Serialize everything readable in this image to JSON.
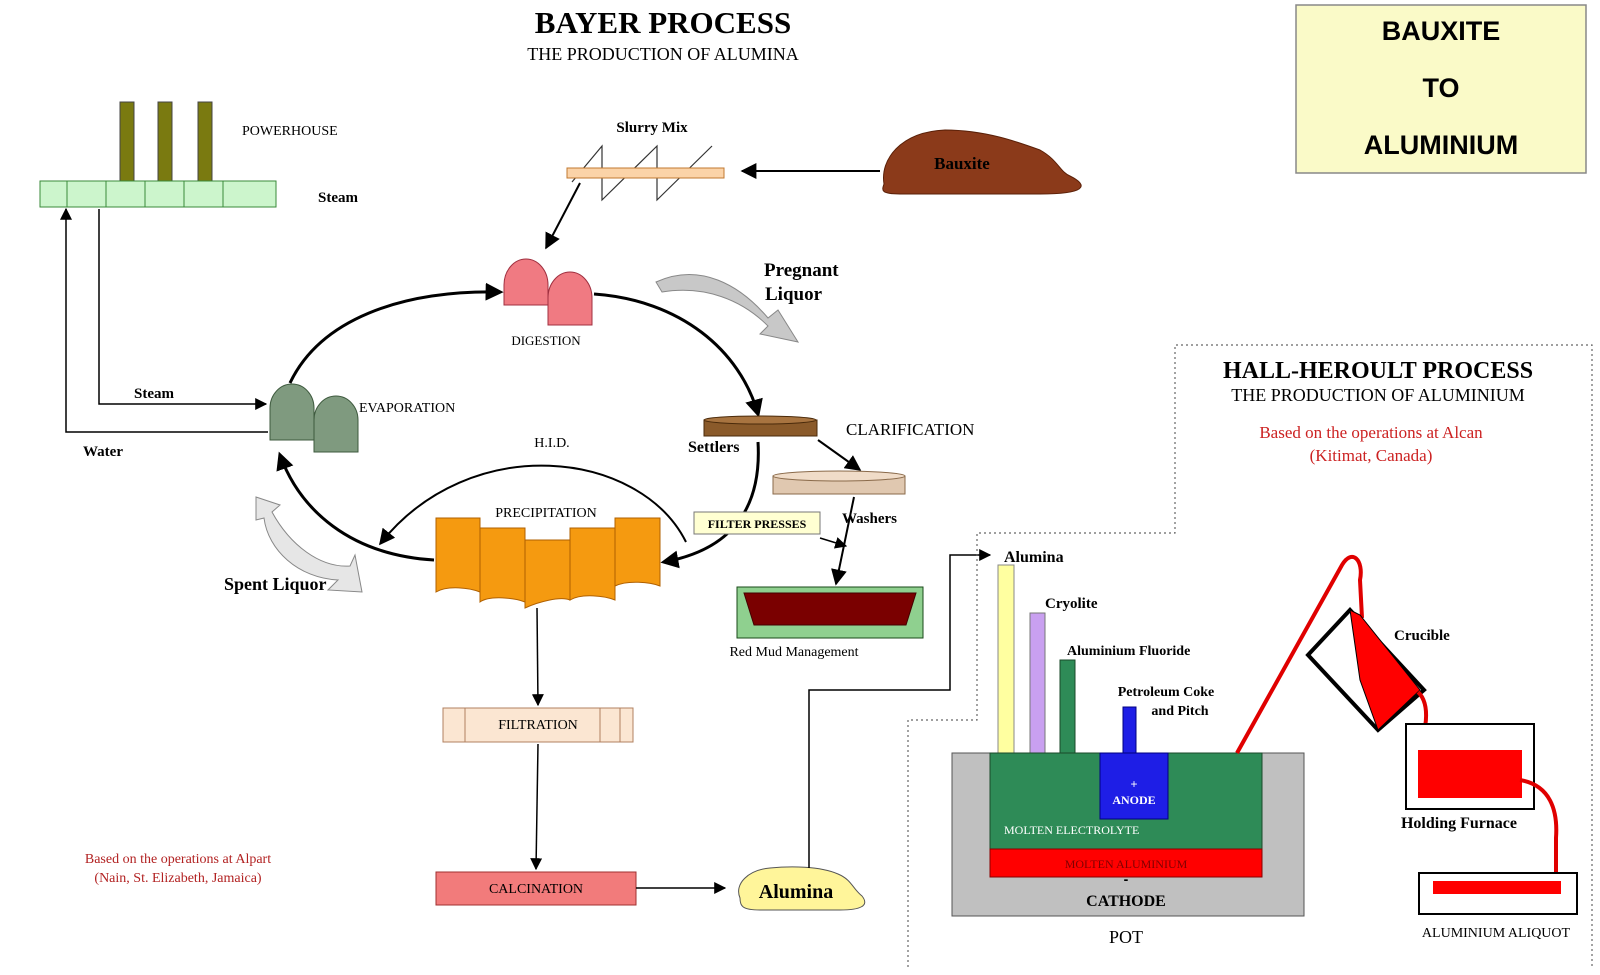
{
  "bayer": {
    "title": "BAYER PROCESS",
    "subtitle": "THE PRODUCTION OF ALUMINA",
    "powerhouse": "POWERHOUSE",
    "steam_top": "Steam",
    "slurry_mix": "Slurry Mix",
    "bauxite": "Bauxite",
    "digestion": "DIGESTION",
    "pregnant_liquor_1": "Pregnant",
    "pregnant_liquor_2": "Liquor",
    "evaporation": "EVAPORATION",
    "steam_left": "Steam",
    "water": "Water",
    "hid": "H.I.D.",
    "settlers": "Settlers",
    "clarification": "CLARIFICATION",
    "precipitation": "PRECIPITATION",
    "filter_presses": "FILTER PRESSES",
    "washers": "Washers",
    "spent_liquor": "Spent Liquor",
    "red_mud": "Red Mud Management",
    "filtration": "FILTRATION",
    "calcination": "CALCINATION",
    "alumina": "Alumina",
    "note_1": "Based on the operations at Alpart",
    "note_2": "(Nain, St. Elizabeth, Jamaica)"
  },
  "banner": {
    "line1": "BAUXITE",
    "line2": "TO",
    "line3": "ALUMINIUM"
  },
  "hall": {
    "title": "HALL-HEROULT PROCESS",
    "subtitle": "THE PRODUCTION OF ALUMINIUM",
    "note_1": "Based on the operations at Alcan",
    "note_2": "(Kitimat, Canada)",
    "alumina": "Alumina",
    "cryolite": "Cryolite",
    "aluminium_fluoride": "Aluminium Fluoride",
    "petroleum_coke_1": "Petroleum Coke",
    "petroleum_coke_2": "and Pitch",
    "anode_plus": "+",
    "anode": "ANODE",
    "molten_electrolyte": "MOLTEN ELECTROLYTE",
    "molten_aluminium": "MOLTEN ALUMINIUM",
    "cathode_minus": "-",
    "cathode": "CATHODE",
    "pot": "POT",
    "crucible": "Crucible",
    "holding_furnace": "Holding Furnace",
    "aliquot": "ALUMINIUM ALIQUOT"
  },
  "colors": {
    "bauxite": "#8b3a1a",
    "digestion": "#f07a82",
    "evaporation": "#7f9a7f",
    "precipitation": "#f59a10",
    "settler": "#8a5a2a",
    "red_mud": "#7a0000",
    "calcination": "#f27b7b",
    "alumina_pile": "#fff59a",
    "electrolyte": "#2e8b57",
    "molten_al": "#ff0000",
    "anode": "#1e1ee6",
    "banner_bg": "#fafac8"
  }
}
